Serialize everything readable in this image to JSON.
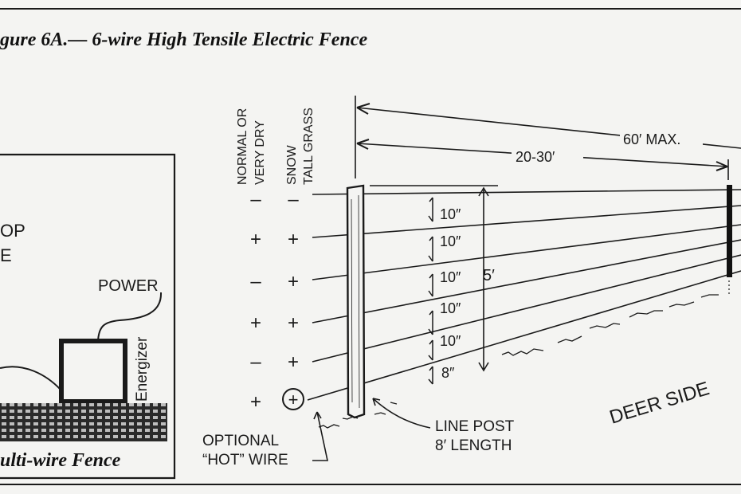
{
  "figure_title": "gure 6A.— 6-wire High Tensile Electric Fence",
  "inset": {
    "partial_label_line1": "OP",
    "partial_label_line2": "E",
    "power_label": "POWER",
    "energizer_label": "Energizer",
    "caption": "ulti-wire Fence"
  },
  "columns": {
    "dry_header_line1": "NORMAL OR",
    "dry_header_line2": "VERY DRY",
    "snow_header_line1": "SNOW",
    "snow_header_line2": "TALL GRASS"
  },
  "wires": [
    {
      "dry": "–",
      "snow": "–",
      "spacing": "10″"
    },
    {
      "dry": "+",
      "snow": "+",
      "spacing": "10″"
    },
    {
      "dry": "–",
      "snow": "+",
      "spacing": "10″"
    },
    {
      "dry": "+",
      "snow": "+",
      "spacing": "10″"
    },
    {
      "dry": "–",
      "snow": "+",
      "spacing": "10″"
    },
    {
      "dry": "+",
      "snow": "+",
      "spacing": "8″"
    }
  ],
  "hot_symbol": "+",
  "dimensions": {
    "max_span": "60′ MAX.",
    "post_spacing": "20-30′",
    "height": "5′"
  },
  "labels": {
    "line_post_line1": "LINE POST",
    "line_post_line2": "8′ LENGTH",
    "optional_line1": "OPTIONAL",
    "optional_line2": "“HOT” WIRE",
    "deer_side": "DEER SIDE"
  }
}
